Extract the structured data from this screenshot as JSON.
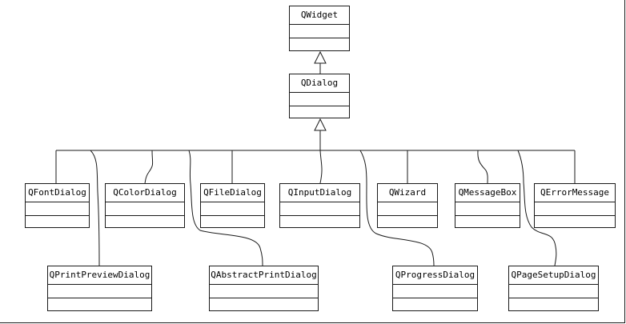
{
  "diagram": {
    "classes": [
      {
        "id": "qwidget",
        "name": "QWidget"
      },
      {
        "id": "qdialog",
        "name": "QDialog"
      },
      {
        "id": "qfontdialog",
        "name": "QFontDialog"
      },
      {
        "id": "qcolordialog",
        "name": "QColorDialog"
      },
      {
        "id": "qfiledialog",
        "name": "QFileDialog"
      },
      {
        "id": "qinputdialog",
        "name": "QInputDialog"
      },
      {
        "id": "qwizard",
        "name": "QWizard"
      },
      {
        "id": "qmessagebox",
        "name": "QMessageBox"
      },
      {
        "id": "qerrormessage",
        "name": "QErrorMessage"
      },
      {
        "id": "qprintpreviewdialog",
        "name": "QPrintPreviewDialog"
      },
      {
        "id": "qabstractprintdialog",
        "name": "QAbstractPrintDialog"
      },
      {
        "id": "qprogressdialog",
        "name": "QProgressDialog"
      },
      {
        "id": "qpagesetupdialog",
        "name": "QPageSetupDialog"
      }
    ],
    "relations": [
      {
        "type": "inheritance",
        "from": "qdialog",
        "to": "qwidget"
      },
      {
        "type": "inheritance",
        "from": "qfontdialog",
        "to": "qdialog"
      },
      {
        "type": "inheritance",
        "from": "qcolordialog",
        "to": "qdialog"
      },
      {
        "type": "inheritance",
        "from": "qfiledialog",
        "to": "qdialog"
      },
      {
        "type": "inheritance",
        "from": "qinputdialog",
        "to": "qdialog"
      },
      {
        "type": "inheritance",
        "from": "qwizard",
        "to": "qdialog"
      },
      {
        "type": "inheritance",
        "from": "qmessagebox",
        "to": "qdialog"
      },
      {
        "type": "inheritance",
        "from": "qerrormessage",
        "to": "qdialog"
      },
      {
        "type": "inheritance",
        "from": "qprintpreviewdialog",
        "to": "qdialog"
      },
      {
        "type": "inheritance",
        "from": "qabstractprintdialog",
        "to": "qdialog"
      },
      {
        "type": "inheritance",
        "from": "qprogressdialog",
        "to": "qdialog"
      },
      {
        "type": "inheritance",
        "from": "qpagesetupdialog",
        "to": "qdialog"
      }
    ],
    "colors": {
      "line": "#1a1a1a",
      "box_fill": "#ffffff",
      "background": "#ffffff"
    }
  }
}
